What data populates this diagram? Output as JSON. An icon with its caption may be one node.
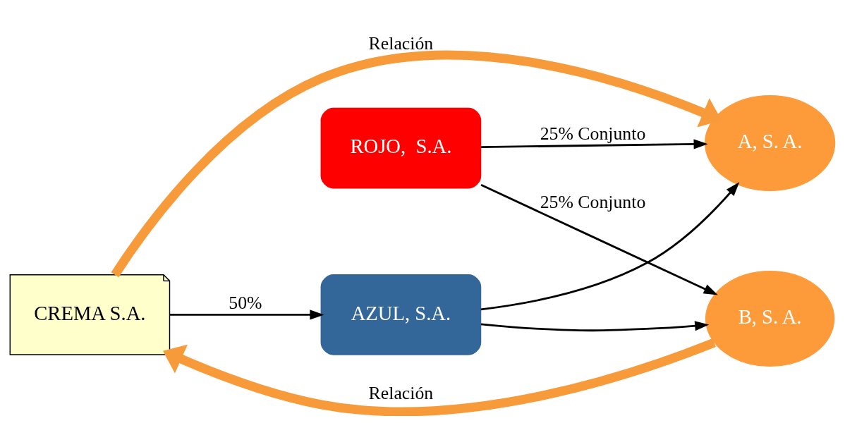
{
  "diagram": {
    "nodes": [
      {
        "text": [
          "CREMA S.A."
        ]
      },
      {
        "text": [
          "ROJO,  S.A."
        ]
      },
      {
        "text": [
          "AZUL, S.A."
        ]
      },
      {
        "text": [
          "A, S. A."
        ]
      },
      {
        "text": [
          "B, S. A."
        ]
      }
    ],
    "edges": [
      {
        "from": 0,
        "to": 2,
        "arrow": "to",
        "label": "50%"
      },
      {
        "from": 1,
        "to": 3,
        "arrow": "to",
        "label": "25% Conjunto"
      },
      {
        "from": 2,
        "to": 3,
        "arrow": "to"
      },
      {
        "from": 1,
        "to": 4,
        "arrow": "to",
        "label": "25% Conjunto"
      },
      {
        "from": 2,
        "to": 4,
        "arrow": "to"
      },
      {
        "from": 0,
        "to": 3,
        "arrow": "to",
        "label": "Relación",
        "style": "thick",
        "color": "#f79a3a"
      },
      {
        "from": 4,
        "to": 0,
        "arrow": "to",
        "label": "Relación",
        "style": "thick",
        "color": "#f79a3a"
      }
    ]
  }
}
